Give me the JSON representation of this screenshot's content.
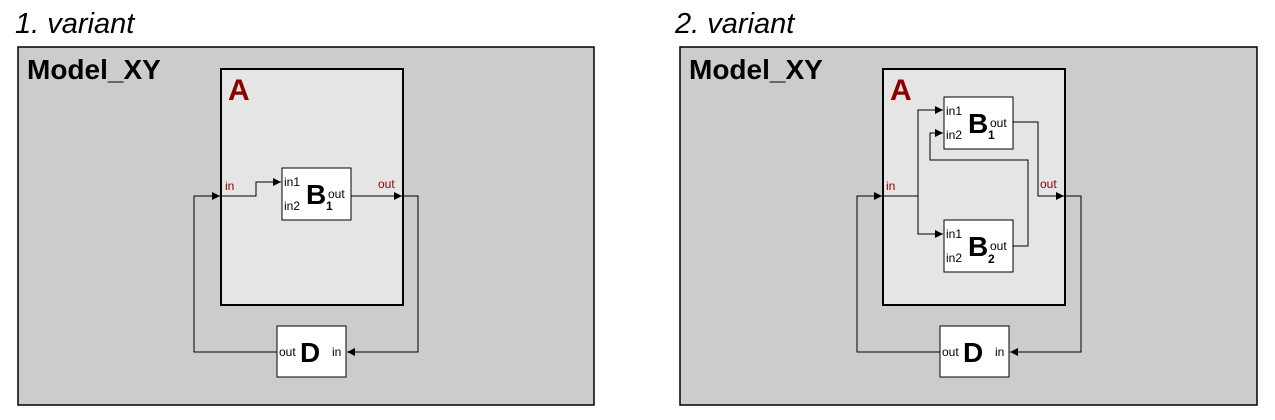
{
  "variants": [
    {
      "title": "1. variant",
      "model": "Model_XY",
      "container": "A",
      "container_in": "in",
      "container_out": "out",
      "blocks": [
        {
          "name": "B",
          "sub": "1",
          "in1": "in1",
          "in2": "in2",
          "out": "out"
        }
      ],
      "d_block": {
        "name": "D",
        "out": "out",
        "in": "in"
      }
    },
    {
      "title": "2. variant",
      "model": "Model_XY",
      "container": "A",
      "container_in": "in",
      "container_out": "out",
      "blocks": [
        {
          "name": "B",
          "sub": "1",
          "in1": "in1",
          "in2": "in2",
          "out": "out"
        },
        {
          "name": "B",
          "sub": "2",
          "in1": "in1",
          "in2": "in2",
          "out": "out"
        }
      ],
      "d_block": {
        "name": "D",
        "out": "out",
        "in": "in"
      }
    }
  ],
  "colors": {
    "model_bg": "#cccccc",
    "container_bg": "#e5e5e5",
    "block_bg": "#ffffff",
    "accent_red": "#8b0000"
  }
}
